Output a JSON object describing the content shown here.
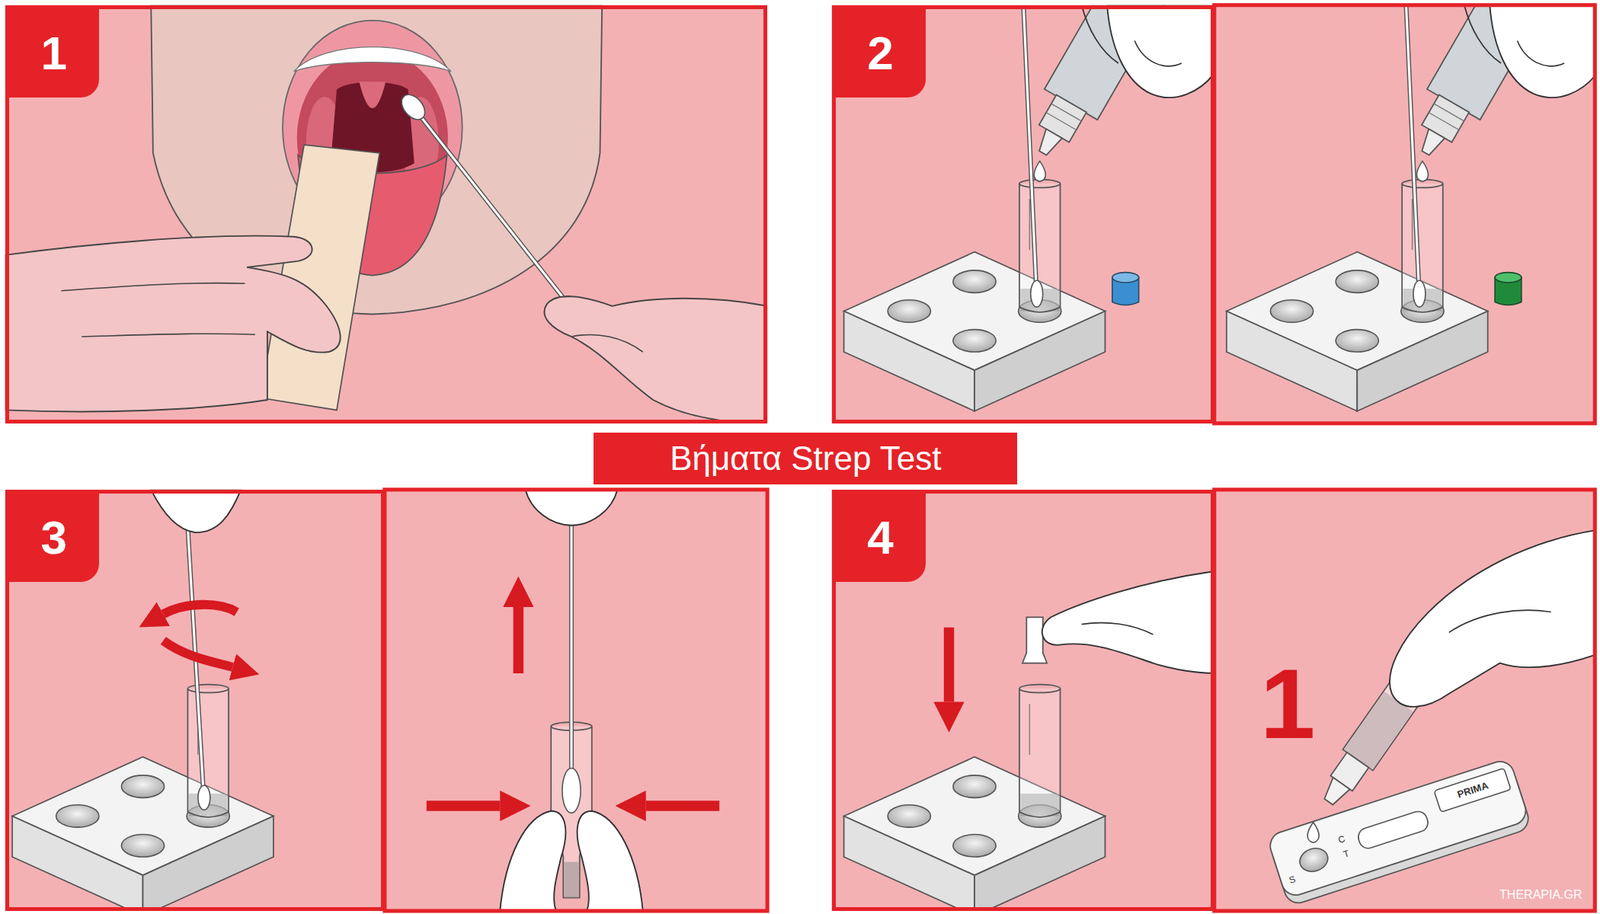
{
  "diagram": {
    "title": "Βήματα Strep Test",
    "nodes": [
      {
        "text": [
          "1"
        ]
      },
      {
        "text": [
          "2"
        ]
      },
      {
        "text": [
          "3"
        ]
      },
      {
        "text": [
          "4"
        ]
      }
    ],
    "labels": [
      "1",
      "C",
      "T",
      "S",
      "PRIMA",
      "THERAPIA.GR"
    ]
  }
}
